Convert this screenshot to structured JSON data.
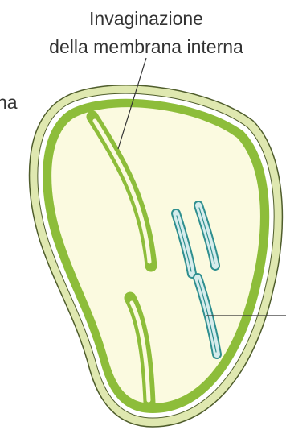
{
  "labels": {
    "invagination_line1": "Invaginazione",
    "invagination_line2": "della membrana interna",
    "clipped_left_label": "na"
  },
  "colors": {
    "outer_membrane": "#dfe8b0",
    "outer_outline": "#4f5d2c",
    "intermembrane_space": "#ffffff",
    "inner_membrane": "#8dbd3a",
    "stroma": "#fbfae0",
    "thylakoid_fill": "#d6ecec",
    "thylakoid_outline": "#2f8f8f",
    "leader_line": "#333333",
    "text": "#333333"
  }
}
